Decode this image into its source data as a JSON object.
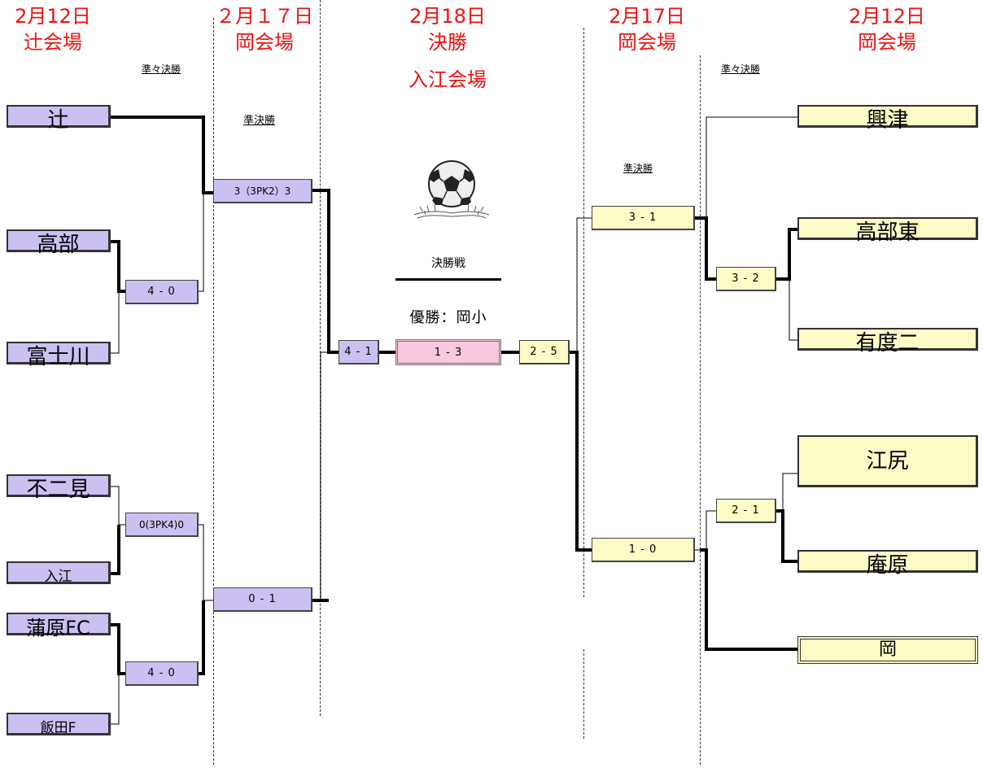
{
  "headers": {
    "col1": {
      "date": "2月12日",
      "venue": "辻会場"
    },
    "col2": {
      "date": "２月１７日",
      "venue": "岡会場"
    },
    "col3": {
      "date": "2月18日",
      "stage": "決勝",
      "venue": "入江会場"
    },
    "col4": {
      "date": "2月17日",
      "venue": "岡会場"
    },
    "col5": {
      "date": "2月12日",
      "venue": "岡会場"
    }
  },
  "round_labels": {
    "left_qf": "準々決勝",
    "left_sf": "準決勝",
    "right_sf": "準決勝",
    "right_qf": "準々決勝"
  },
  "center": {
    "final_label": "決勝戦",
    "champion": "優勝：岡小",
    "ball_icon": "soccer-ball-icon"
  },
  "left_teams": {
    "t1": "辻",
    "t2": "高部",
    "t3": "富士川",
    "t4": "不二見",
    "t5": "入江",
    "t6": "蒲原FC",
    "t7": "飯田F"
  },
  "right_teams": {
    "t1": "興津",
    "t2": "高部東",
    "t3": "有度二",
    "t4": "江尻",
    "t5": "庵原",
    "t6": "岡"
  },
  "scores": {
    "l_qf1": "4 - 0",
    "l_qf2": "0(3PK4)0",
    "l_qf3": "4 - 0",
    "l_sf1": "3（3PK2）3",
    "l_sf2": "0 - 1",
    "l_final_side": "4 - 1",
    "final": "1 - 3",
    "r_final_side": "2 - 5",
    "r_sf1": "3 - 1",
    "r_sf2": "1 - 0",
    "r_qf1": "3 - 2",
    "r_qf2": "2 - 1"
  },
  "colors": {
    "header_red": "#ee1111",
    "left_box": "#ccc0f2",
    "right_box": "#fdfbc6",
    "final_box": "#f8c7e0"
  }
}
